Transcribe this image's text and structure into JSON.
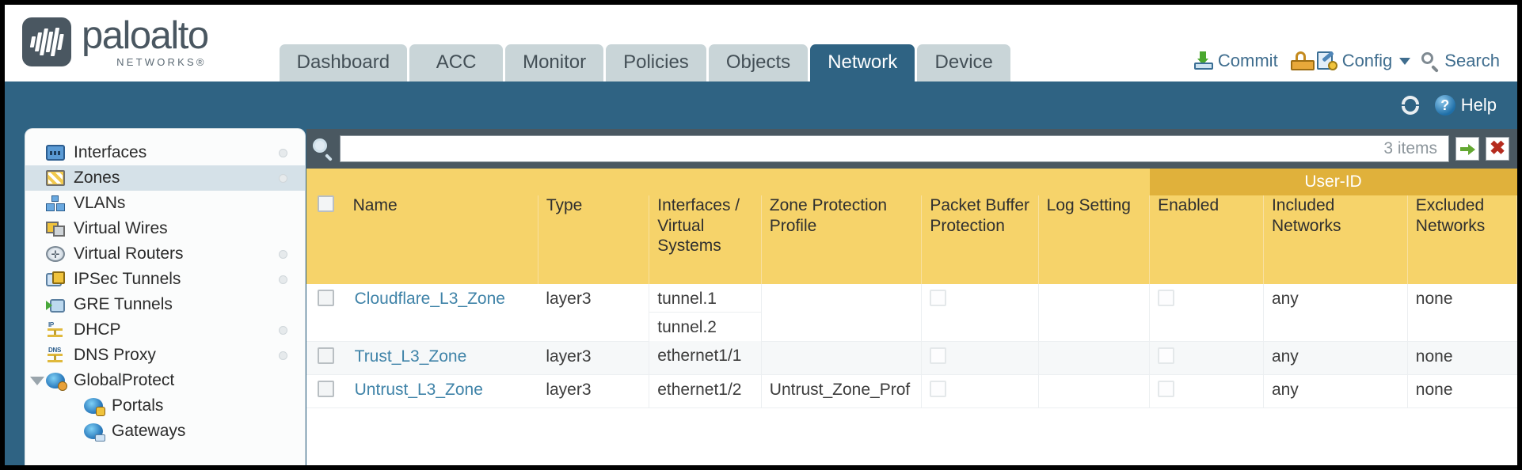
{
  "header": {
    "logo": {
      "word": "paloalto",
      "sub": "NETWORKS®"
    },
    "tabs": [
      {
        "label": "Dashboard",
        "active": false
      },
      {
        "label": "ACC",
        "active": false
      },
      {
        "label": "Monitor",
        "active": false
      },
      {
        "label": "Policies",
        "active": false
      },
      {
        "label": "Objects",
        "active": false
      },
      {
        "label": "Network",
        "active": true
      },
      {
        "label": "Device",
        "active": false
      }
    ],
    "actions": {
      "commit": "Commit",
      "config": "Config",
      "search": "Search"
    }
  },
  "subbar": {
    "help": "Help"
  },
  "sidebar": {
    "items": [
      {
        "label": "Interfaces",
        "icon": "interfaces-icon",
        "active": false,
        "child": false,
        "dot": true,
        "expander": false
      },
      {
        "label": "Zones",
        "icon": "zones-icon",
        "active": true,
        "child": false,
        "dot": true,
        "expander": false
      },
      {
        "label": "VLANs",
        "icon": "vlans-icon",
        "active": false,
        "child": false,
        "dot": false,
        "expander": false
      },
      {
        "label": "Virtual Wires",
        "icon": "virtual-wires-icon",
        "active": false,
        "child": false,
        "dot": false,
        "expander": false
      },
      {
        "label": "Virtual Routers",
        "icon": "virtual-routers-icon",
        "active": false,
        "child": false,
        "dot": true,
        "expander": false
      },
      {
        "label": "IPSec Tunnels",
        "icon": "ipsec-tunnels-icon",
        "active": false,
        "child": false,
        "dot": true,
        "expander": false
      },
      {
        "label": "GRE Tunnels",
        "icon": "gre-tunnels-icon",
        "active": false,
        "child": false,
        "dot": false,
        "expander": false
      },
      {
        "label": "DHCP",
        "icon": "dhcp-icon",
        "active": false,
        "child": false,
        "dot": true,
        "expander": false
      },
      {
        "label": "DNS Proxy",
        "icon": "dns-proxy-icon",
        "active": false,
        "child": false,
        "dot": true,
        "expander": false
      },
      {
        "label": "GlobalProtect",
        "icon": "globalprotect-icon",
        "active": false,
        "child": false,
        "dot": false,
        "expander": true
      },
      {
        "label": "Portals",
        "icon": "portals-icon",
        "active": false,
        "child": true,
        "dot": false,
        "expander": false
      },
      {
        "label": "Gateways",
        "icon": "gateways-icon",
        "active": false,
        "child": true,
        "dot": false,
        "expander": false
      }
    ]
  },
  "filter": {
    "value": "",
    "placeholder": "",
    "item_count": "3 items"
  },
  "table": {
    "group_header": "User-ID",
    "columns": [
      "Name",
      "Type",
      "Interfaces / Virtual Systems",
      "Zone Protection Profile",
      "Packet Buffer Protection",
      "Log Setting",
      "Enabled",
      "Included Networks",
      "Excluded Networks"
    ],
    "rows": [
      {
        "name": "Cloudflare_L3_Zone",
        "type": "layer3",
        "interfaces": [
          "tunnel.1",
          "tunnel.2"
        ],
        "zone_protection_profile": "",
        "packet_buffer_protection": false,
        "log_setting": "",
        "userid_enabled": false,
        "included_networks": "any",
        "excluded_networks": "none"
      },
      {
        "name": "Trust_L3_Zone",
        "type": "layer3",
        "interfaces": [
          "ethernet1/1"
        ],
        "zone_protection_profile": "",
        "packet_buffer_protection": false,
        "log_setting": "",
        "userid_enabled": false,
        "included_networks": "any",
        "excluded_networks": "none"
      },
      {
        "name": "Untrust_L3_Zone",
        "type": "layer3",
        "interfaces": [
          "ethernet1/2"
        ],
        "zone_protection_profile": "Untrust_Zone_Prof",
        "packet_buffer_protection": false,
        "log_setting": "",
        "userid_enabled": false,
        "included_networks": "any",
        "excluded_networks": "none"
      }
    ]
  },
  "colors": {
    "brand_blue": "#2f6383",
    "header_gold": "#f6d36a",
    "group_gold": "#e0b13b",
    "link_blue": "#3f83a8",
    "tab_inactive": "#c9d5d8"
  }
}
